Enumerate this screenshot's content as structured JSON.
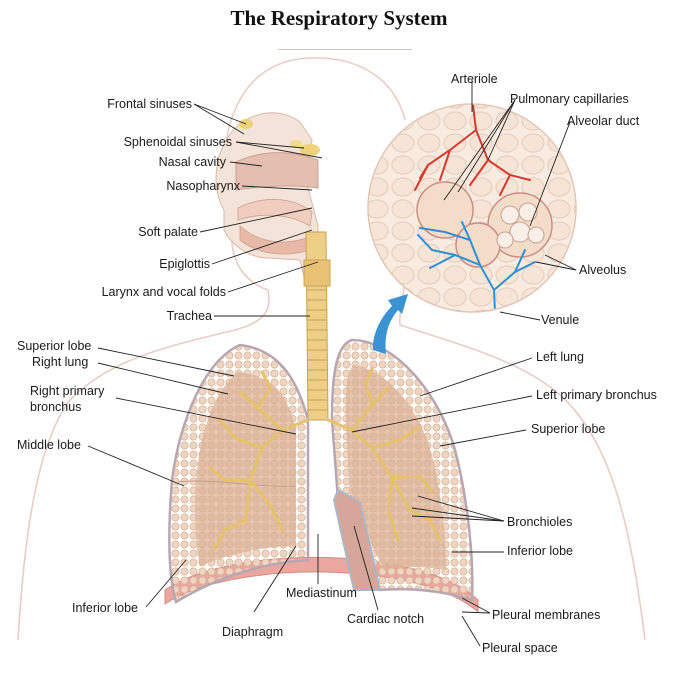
{
  "title": "The Respiratory System",
  "labels": {
    "frontal_sinuses": "Frontal sinuses",
    "sphenoidal_sinuses": "Sphenoidal sinuses",
    "nasal_cavity": "Nasal cavity",
    "nasopharynx": "Nasopharynx",
    "soft_palate": "Soft palate",
    "epiglottis": "Epiglottis",
    "larynx": "Larynx and vocal folds",
    "trachea": "Trachea",
    "superior_lobe_right": "Superior lobe",
    "right_lung": "Right lung",
    "right_primary_bronchus_1": "Right primary",
    "right_primary_bronchus_2": "bronchus",
    "middle_lobe": "Middle lobe",
    "inferior_lobe_right": "Inferior lobe",
    "diaphragm": "Diaphragm",
    "mediastinum": "Mediastinum",
    "cardiac_notch": "Cardiac notch",
    "pleural_space": "Pleural space",
    "pleural_membranes": "Pleural membranes",
    "inferior_lobe_left": "Inferior lobe",
    "bronchioles": "Bronchioles",
    "superior_lobe_left": "Superior lobe",
    "left_primary_bronchus": "Left primary bronchus",
    "left_lung": "Left lung",
    "venule": "Venule",
    "alveolus": "Alveolus",
    "alveolar_duct": "Alveolar duct",
    "pulmonary_capillaries": "Pulmonary capillaries",
    "arteriole": "Arteriole"
  },
  "colors": {
    "lung_fill": "#e9c9b0",
    "lung_inner": "#ddb293",
    "bronchi": "#e6c26a",
    "trachea": "#edcf86",
    "arteriole": "#d63a2f",
    "venule": "#2f8fd6",
    "arrow": "#3a93d2",
    "body_outline": "#e7ccc2",
    "diaphragm": "#e7a9a0"
  }
}
